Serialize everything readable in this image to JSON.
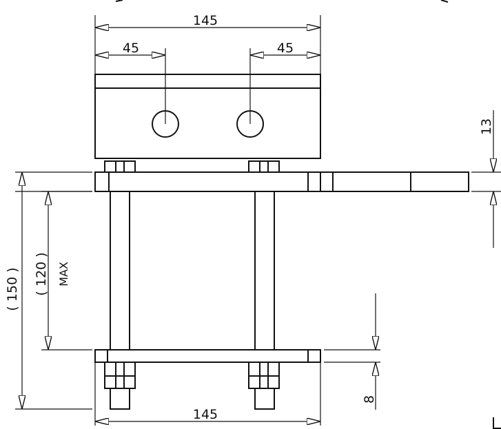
{
  "dimensions": {
    "top_width": "145",
    "left_offset": "45",
    "right_offset": "45",
    "plate_thickness": "13",
    "overall_height": "( 150 )",
    "clamp_range": "( 120 )",
    "clamp_range_note": "MAX",
    "bottom_plate_thickness": "8",
    "bottom_width": "145"
  }
}
